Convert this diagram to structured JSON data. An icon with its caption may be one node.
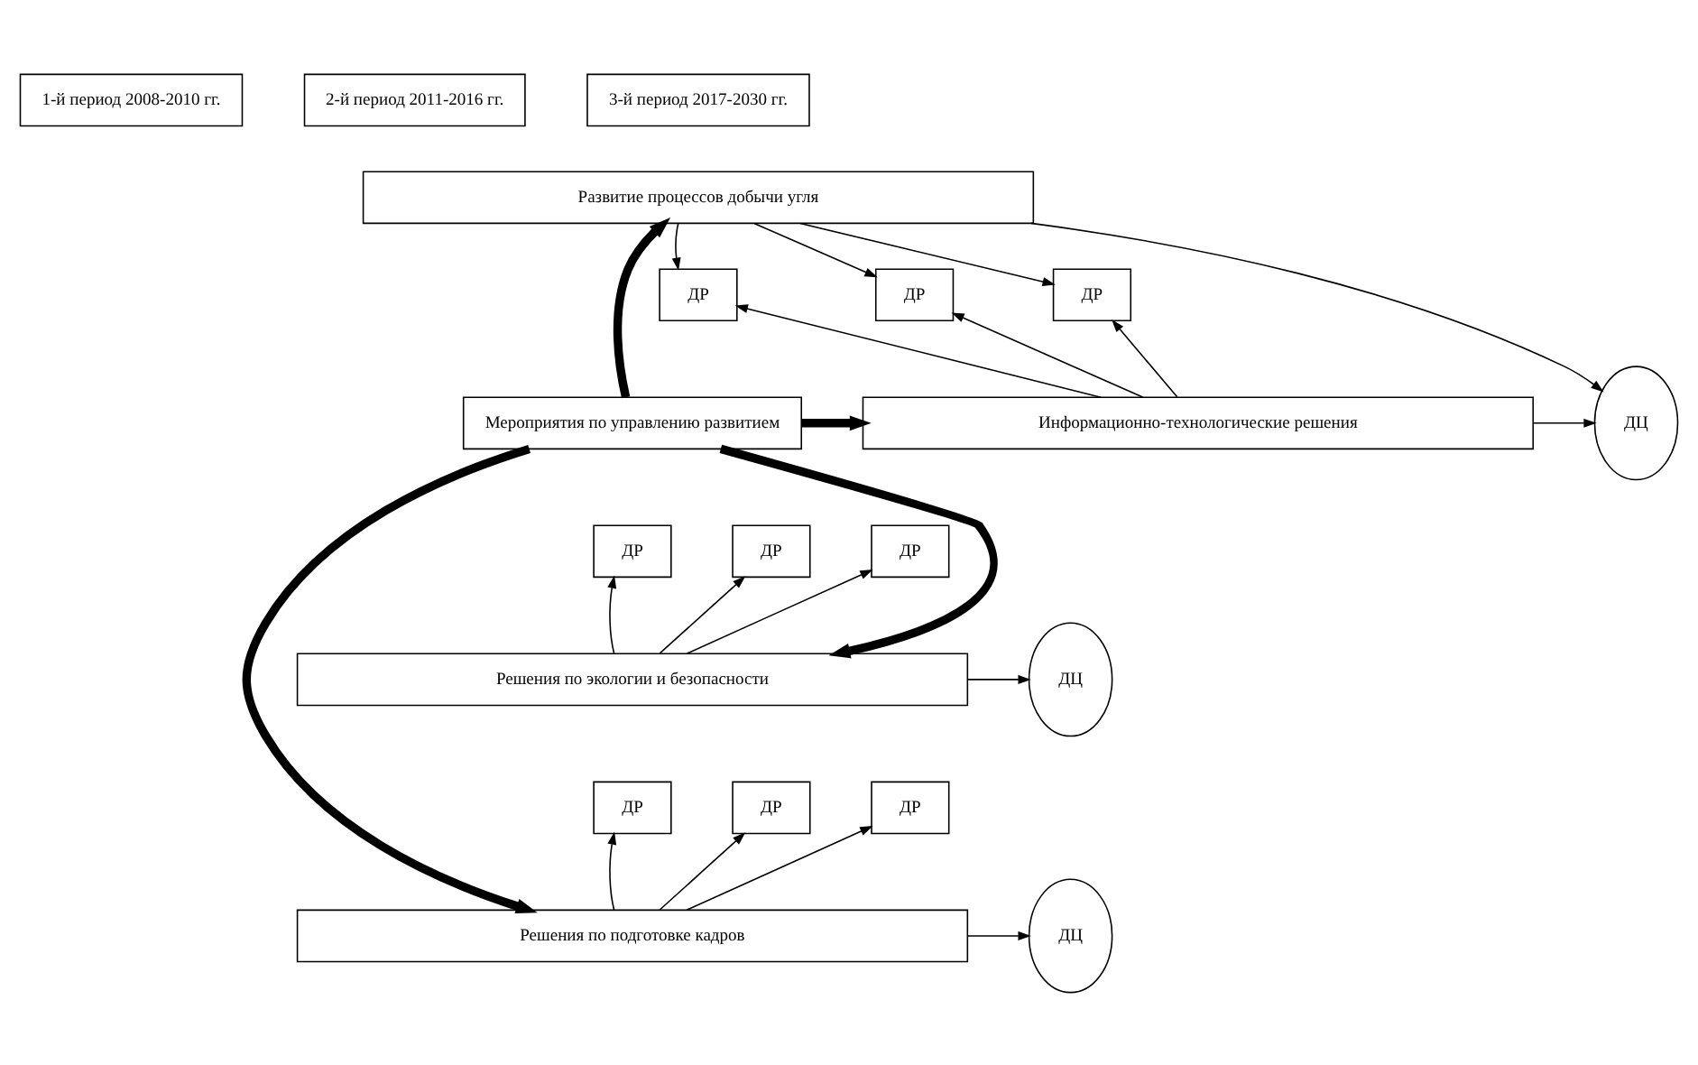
{
  "diagram": {
    "nodes": [
      {
        "text": [
          "1-й период 2008-2010 гг."
        ]
      },
      {
        "text": [
          "2-й период 2011-2016 гг."
        ]
      },
      {
        "text": [
          "3-й период 2017-2030 гг."
        ]
      },
      {
        "text": [
          "Развитие процессов добычи угля"
        ]
      },
      {
        "text": [
          "ДР"
        ]
      },
      {
        "text": [
          "ДР"
        ]
      },
      {
        "text": [
          "ДР"
        ]
      },
      {
        "text": [
          "ДЦ"
        ]
      },
      {
        "text": [
          "Мероприятия по управлению развитием"
        ]
      },
      {
        "text": [
          "Информационно-технологические решения"
        ]
      },
      {
        "text": [
          "ДР"
        ]
      },
      {
        "text": [
          "ДР"
        ]
      },
      {
        "text": [
          "ДР"
        ]
      },
      {
        "text": [
          "ДЦ"
        ]
      },
      {
        "text": [
          "Решения по экологии и безопасности"
        ]
      },
      {
        "text": [
          "ДР"
        ]
      },
      {
        "text": [
          "ДР"
        ]
      },
      {
        "text": [
          "ДР"
        ]
      },
      {
        "text": [
          "ДЦ"
        ]
      },
      {
        "text": [
          "Решения по подготовке кадров"
        ]
      }
    ],
    "edges": [
      {
        "from": 3,
        "to": 4,
        "arrow": "to"
      },
      {
        "from": 3,
        "to": 5,
        "arrow": "to"
      },
      {
        "from": 3,
        "to": 6,
        "arrow": "to"
      },
      {
        "from": 9,
        "to": 4,
        "arrow": "to"
      },
      {
        "from": 9,
        "to": 5,
        "arrow": "to"
      },
      {
        "from": 9,
        "to": 6,
        "arrow": "to"
      },
      {
        "from": 3,
        "to": 7,
        "arrow": "to"
      },
      {
        "from": 9,
        "to": 7,
        "arrow": "to"
      },
      {
        "from": 8,
        "to": 3,
        "arrow": "to",
        "style": "thick"
      },
      {
        "from": 8,
        "to": 9,
        "arrow": "to",
        "style": "thick"
      },
      {
        "from": 8,
        "to": 14,
        "arrow": "to",
        "style": "thick"
      },
      {
        "from": 8,
        "to": 19,
        "arrow": "to",
        "style": "thick"
      },
      {
        "from": 14,
        "to": 10,
        "arrow": "to"
      },
      {
        "from": 14,
        "to": 11,
        "arrow": "to"
      },
      {
        "from": 14,
        "to": 12,
        "arrow": "to"
      },
      {
        "from": 14,
        "to": 13,
        "arrow": "to"
      },
      {
        "from": 19,
        "to": 15,
        "arrow": "to"
      },
      {
        "from": 19,
        "to": 16,
        "arrow": "to"
      },
      {
        "from": 19,
        "to": 17,
        "arrow": "to"
      },
      {
        "from": 19,
        "to": 18,
        "arrow": "to"
      }
    ]
  }
}
